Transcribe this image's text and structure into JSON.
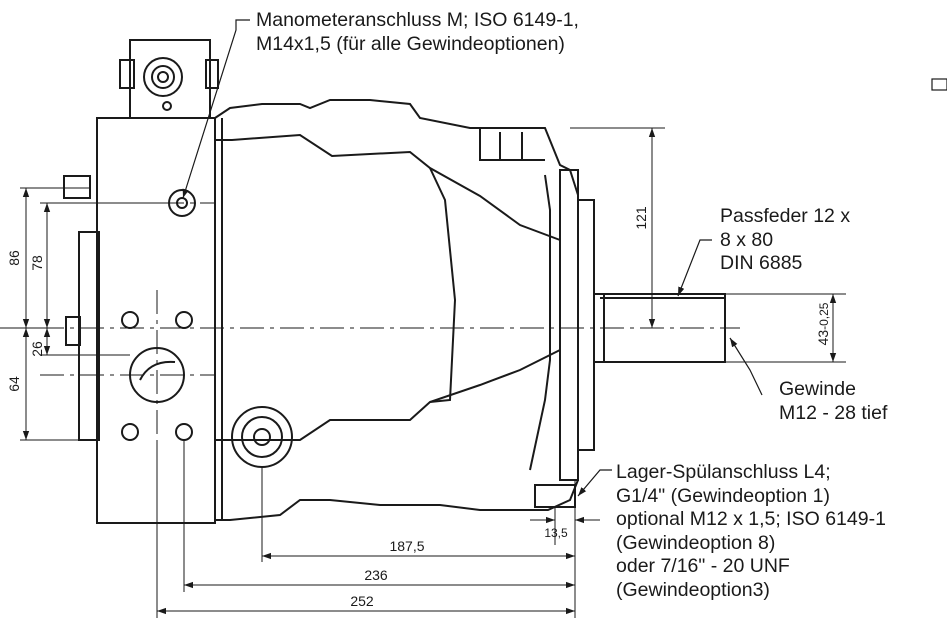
{
  "callouts": {
    "gauge_port": [
      "Manometeranschluss M; ISO 6149-1,",
      "M14x1,5 (für alle Gewindeoptionen)"
    ],
    "key": [
      "Passfeder 12 x",
      "8 x 80",
      "DIN 6885"
    ],
    "thread": [
      "Gewinde",
      "M12 - 28 tief"
    ],
    "flush_port": [
      "Lager-Spülanschluss L4;",
      "G1/4\" (Gewindeoption 1)",
      "optional M12 x 1,5; ISO 6149-1",
      "(Gewindeoption 8)",
      "oder 7/16\" - 20 UNF",
      "(Gewindeoption3)"
    ]
  },
  "dimensions": {
    "d86": "86",
    "d78": "78",
    "d26": "26",
    "d64": "64",
    "d121": "121",
    "d43": "43",
    "d43_tol": "-0,25",
    "d13_5": "13,5",
    "d187_5": "187,5",
    "d236": "236",
    "d252": "252"
  },
  "colors": {
    "line": "#1a1a1a",
    "background": "#ffffff"
  }
}
